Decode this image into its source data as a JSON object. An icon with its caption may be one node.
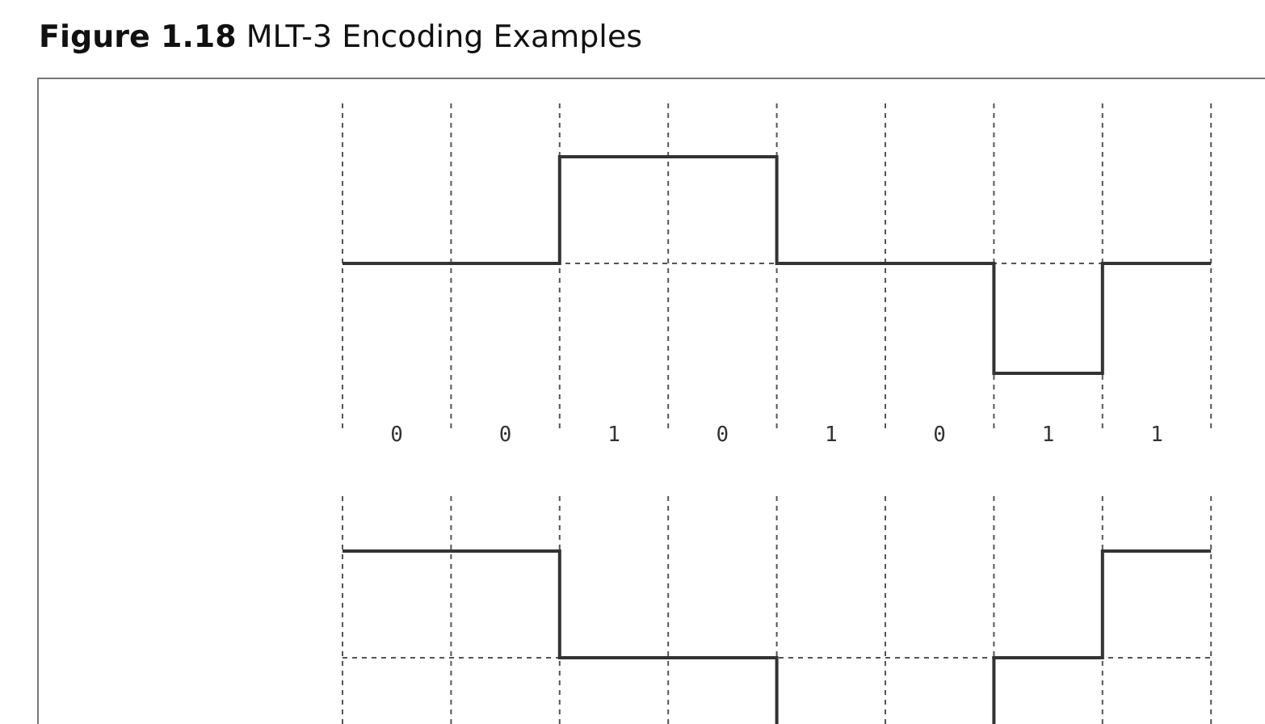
{
  "diagram": {
    "title": "**Figure 1.18** MLT-3 Encoding Examples",
    "labels": [
      "0",
      "0",
      "1",
      "0",
      "1",
      "0",
      "1",
      "1"
    ]
  }
}
